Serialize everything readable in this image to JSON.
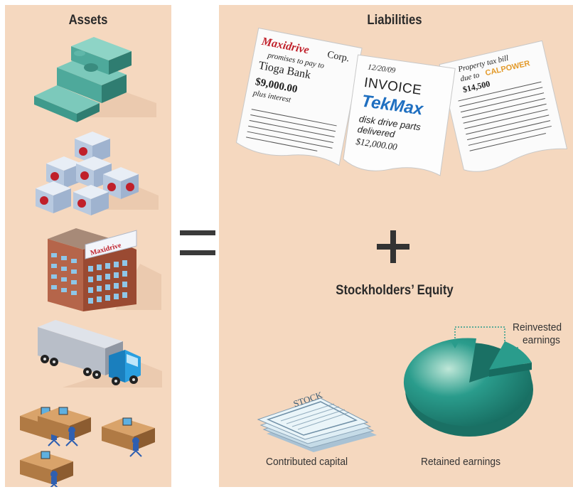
{
  "equation": {
    "assets_label": "Assets",
    "liabilities_label": "Liabilities",
    "equity_label": "Stockholders’ Equity"
  },
  "assets": {
    "items": [
      {
        "icon": "cash-stacks-icon"
      },
      {
        "icon": "inventory-boxes-icon"
      },
      {
        "icon": "office-building-icon"
      },
      {
        "icon": "delivery-truck-icon"
      },
      {
        "icon": "office-cubicles-icon"
      }
    ]
  },
  "liabilities": {
    "note": {
      "brand": "Maxidrive",
      "line1": "Corp.",
      "line2": "promises to pay to",
      "line3": "Tioga Bank",
      "amount": "$9,000.00",
      "line4": "plus interest"
    },
    "invoice": {
      "date": "12/20/09",
      "title": "INVOICE",
      "brand": "TekMax",
      "line1": "disk drive parts",
      "line2": "delivered",
      "amount": "$12,000.00"
    },
    "tax_bill": {
      "line1": "Property tax bill",
      "line2": "due to",
      "brand": "CALPOWER",
      "amount": "$14,500"
    }
  },
  "equity": {
    "stock_text": "STOCK",
    "contributed_capital_label": "Contributed capital",
    "retained_earnings_label": "Retained earnings",
    "reinvested_label_1": "Reinvested",
    "reinvested_label_2": "earnings"
  },
  "colors": {
    "panel": "#f5d8bf",
    "cash": "#4ea99b",
    "teal_pie": "#2a9c8c",
    "brand_red": "#c0202a",
    "invoice_blue": "#1f6fc0",
    "calpower_orange": "#e39a2a",
    "truck_cab": "#2a9fe0"
  }
}
